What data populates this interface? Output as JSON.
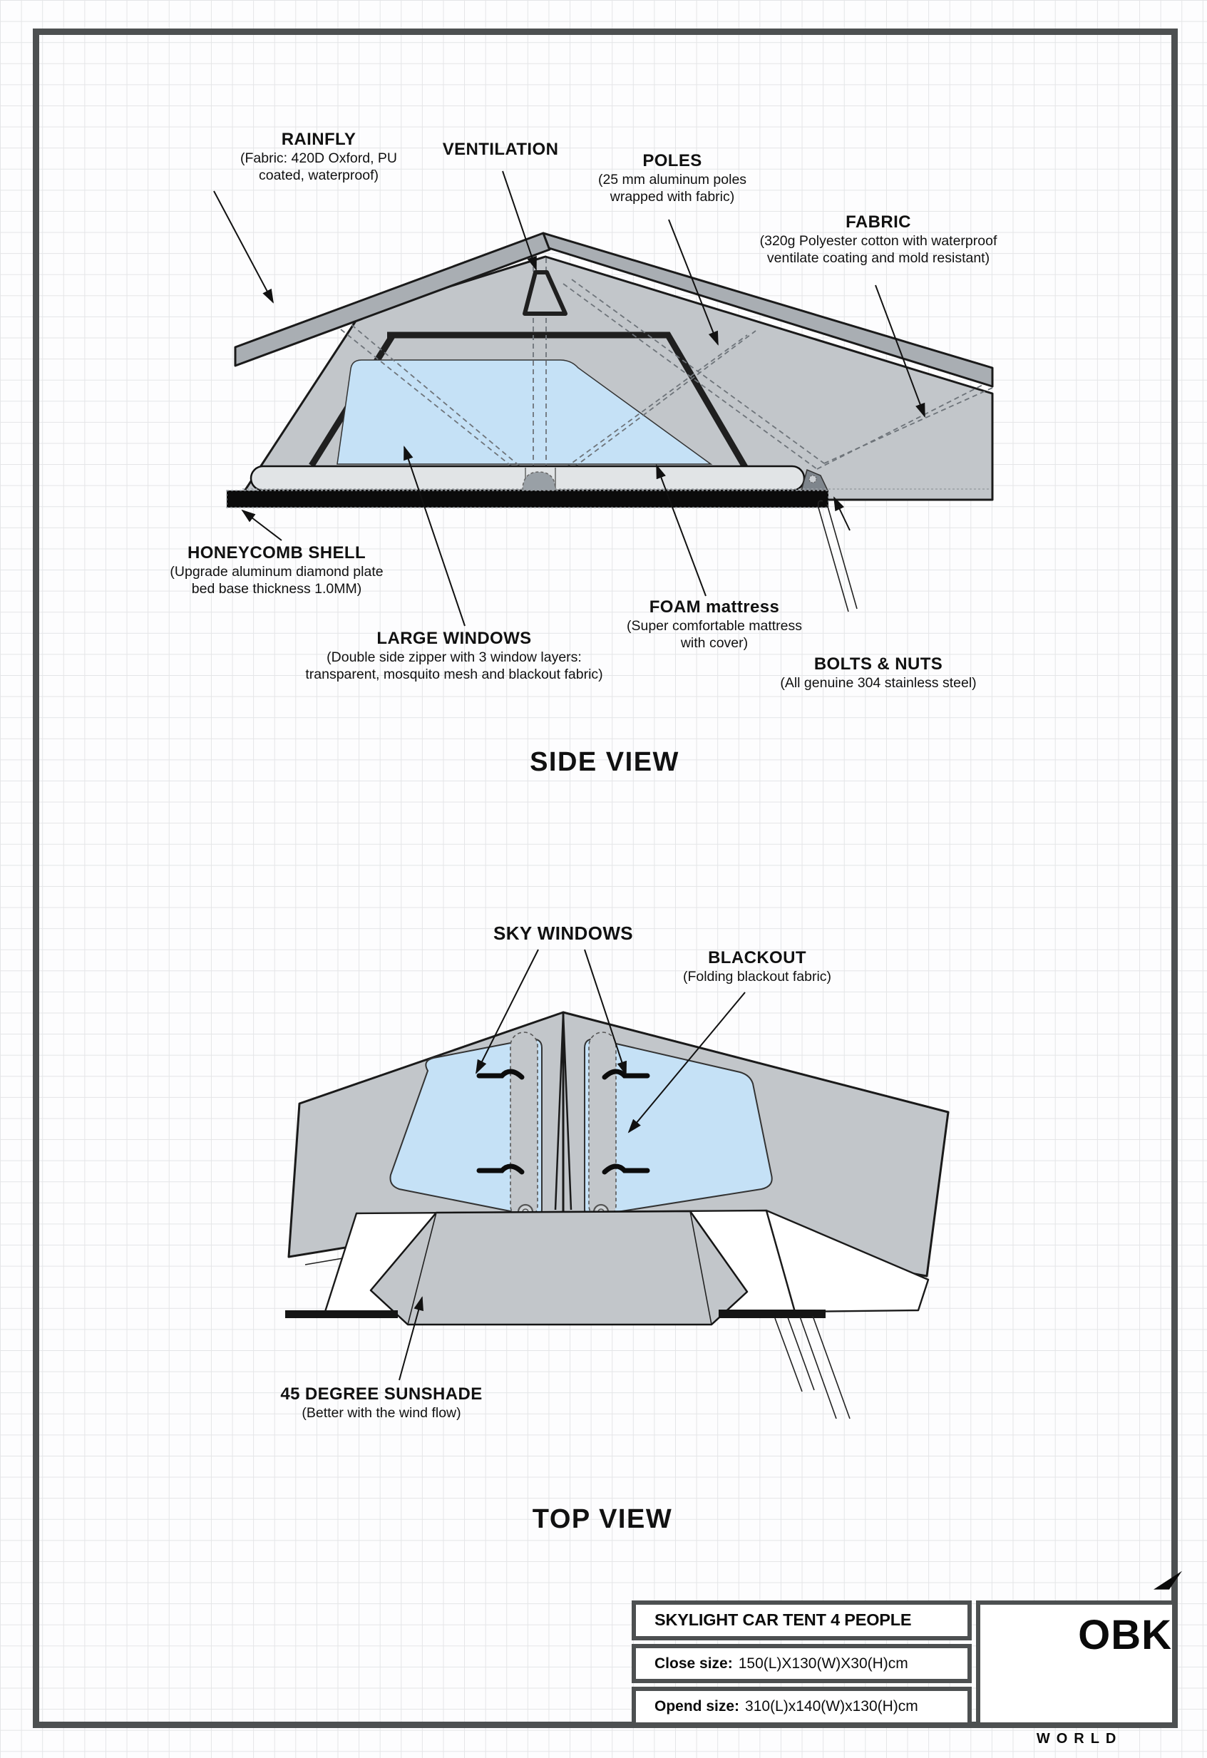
{
  "colors": {
    "tent_gray": "#c2c6ca",
    "roof_gray": "#a9aeb3",
    "window_blue": "#c5e1f6",
    "mattress_gray": "#e1e4e6",
    "frame_gray": "#4d5051",
    "line_black": "#1a1a1a"
  },
  "side_view": {
    "title": "SIDE VIEW",
    "labels": {
      "rainfly": {
        "title": "RAINFLY",
        "desc": "(Fabric: 420D Oxford, PU\ncoated, waterproof)"
      },
      "ventilation": {
        "title": "VENTILATION",
        "desc": ""
      },
      "poles": {
        "title": "POLES",
        "desc": "(25 mm aluminum poles\nwrapped with fabric)"
      },
      "fabric": {
        "title": "FABRIC",
        "desc": "(320g Polyester cotton with waterproof\nventilate coating and mold resistant)"
      },
      "honeycomb": {
        "title": "HONEYCOMB SHELL",
        "desc": "(Upgrade aluminum diamond plate\nbed base thickness 1.0MM)"
      },
      "windows": {
        "title": "LARGE WINDOWS",
        "desc": "(Double side zipper with 3 window layers:\ntransparent, mosquito mesh and blackout fabric)"
      },
      "foam": {
        "title": "FOAM mattress",
        "desc": "(Super comfortable mattress\nwith cover)"
      },
      "bolts": {
        "title": "BOLTS & NUTS",
        "desc": "(All genuine 304 stainless steel)"
      }
    }
  },
  "top_view": {
    "title": "TOP VIEW",
    "labels": {
      "sky_windows": {
        "title": "SKY WINDOWS",
        "desc": ""
      },
      "blackout": {
        "title": "BLACKOUT",
        "desc": "(Folding blackout fabric)"
      },
      "sunshade": {
        "title": "45 DEGREE SUNSHADE",
        "desc": "(Better with the wind flow)"
      }
    }
  },
  "title_block": {
    "product_title": "SKYLIGHT CAR TENT 4 PEOPLE",
    "close_size_label": "Close size:",
    "close_size_value": "150(L)X130(W)X30(H)cm",
    "opend_size_label": "Opend size:",
    "opend_size_value": "310(L)x140(W)x130(H)cm",
    "brand_line1": "OBK",
    "brand_line2": "WORLD"
  }
}
